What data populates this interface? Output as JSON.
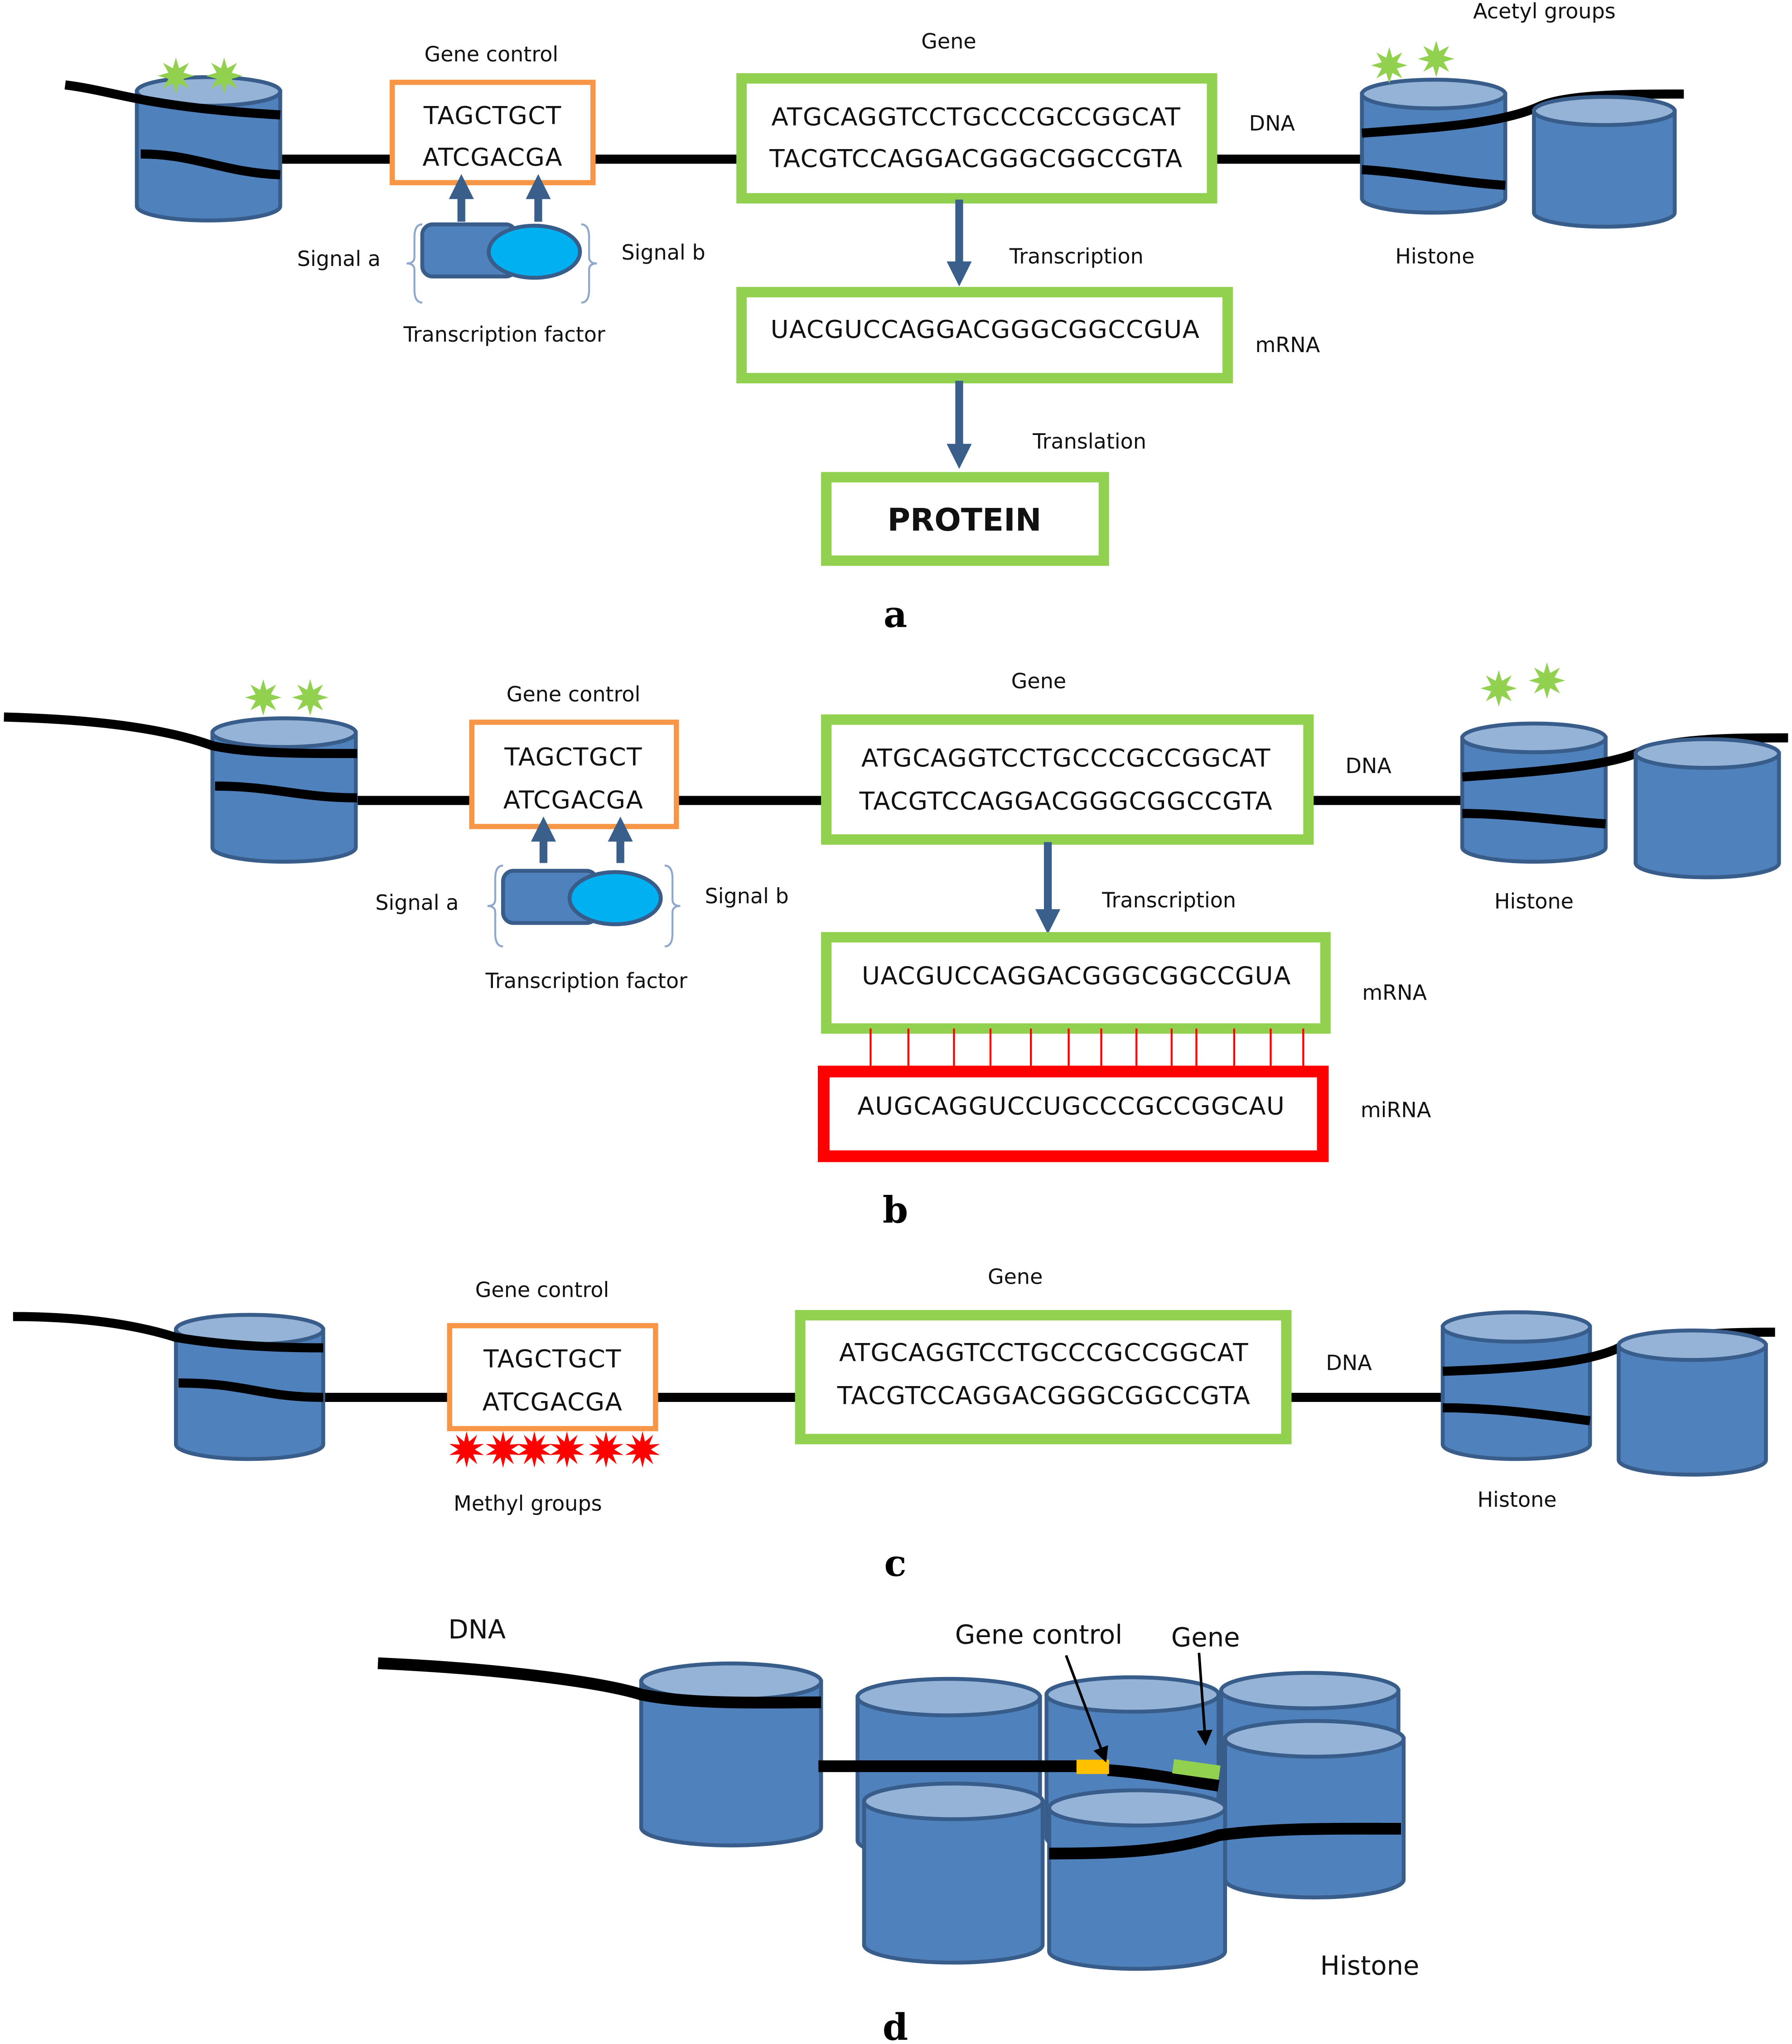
{
  "colors": {
    "histone_body": "#4f81bd",
    "histone_top": "#95b3d7",
    "histone_edge": "#385d8a",
    "gene_box": "#92d050",
    "control_box": "#f79646",
    "mirna_box": "#ff0000",
    "acetyl": "#92d050",
    "methyl": "#ff0000",
    "tf_left": "#4f81bd",
    "tf_right": "#00b0f0",
    "arrow": "#3a5f8b",
    "dna": "#000000"
  },
  "panel_a": {
    "letter": "a",
    "gene_control_label": "Gene control",
    "control_seq_1": "TAGCTGCT",
    "control_seq_2": "ATCGACGA",
    "gene_label": "Gene",
    "gene_seq_1": "ATGCAGGTCCTGCCCGCCGGCAT",
    "gene_seq_2": "TACGTCCAGGACGGGCGGCCGTA",
    "dna_label": "DNA",
    "acetyl_label": "Acetyl groups",
    "histone_label": "Histone",
    "signal_a": "Signal a",
    "signal_b": "Signal b",
    "tf_label": "Transcription factor",
    "transcription_label": "Transcription",
    "mrna_seq": "UACGUCCAGGACGGGCGGCCGUA",
    "mrna_label": "mRNA",
    "translation_label": "Translation",
    "protein": "PROTEIN"
  },
  "panel_b": {
    "letter": "b",
    "gene_control_label": "Gene control",
    "control_seq_1": "TAGCTGCT",
    "control_seq_2": "ATCGACGA",
    "gene_label": "Gene",
    "gene_seq_1": "ATGCAGGTCCTGCCCGCCGGCAT",
    "gene_seq_2": "TACGTCCAGGACGGGCGGCCGTA",
    "dna_label": "DNA",
    "histone_label": "Histone",
    "signal_a": "Signal a",
    "signal_b": "Signal b",
    "tf_label": "Transcription factor",
    "transcription_label": "Transcription",
    "mrna_seq": "UACGUCCAGGACGGGCGGCCGUA",
    "mrna_label": "mRNA",
    "mirna_seq": "AUGCAGGUCCUGCCCGCCGGCAU",
    "mirna_label": "miRNA"
  },
  "panel_c": {
    "letter": "c",
    "gene_control_label": "Gene control",
    "control_seq_1": "TAGCTGCT",
    "control_seq_2": "ATCGACGA",
    "methyl_label": "Methyl groups",
    "gene_label": "Gene",
    "gene_seq_1": "ATGCAGGTCCTGCCCGCCGGCAT",
    "gene_seq_2": "TACGTCCAGGACGGGCGGCCGTA",
    "dna_label": "DNA",
    "histone_label": "Histone"
  },
  "panel_d": {
    "letter": "d",
    "dna_label": "DNA",
    "gene_control_label": "Gene control",
    "gene_label": "Gene",
    "histone_label": "Histone"
  }
}
